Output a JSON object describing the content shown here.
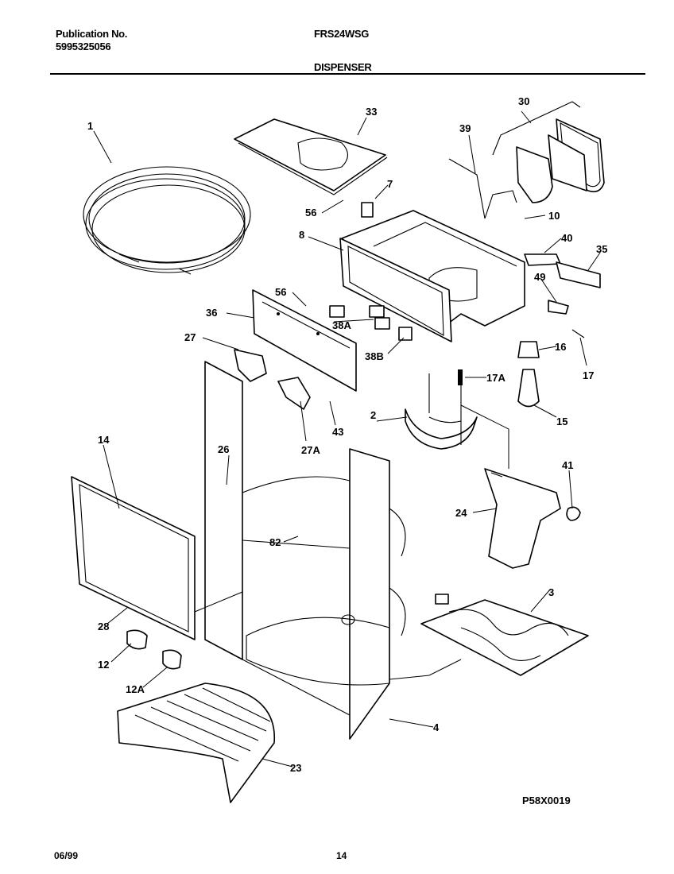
{
  "header": {
    "publication_label": "Publication No.",
    "publication_number": "5995325056",
    "model": "FRS24WSG",
    "section": "DISPENSER"
  },
  "parts": [
    "1",
    "2",
    "3",
    "4",
    "7",
    "8",
    "10",
    "12",
    "12A",
    "14",
    "15",
    "16",
    "17",
    "17A",
    "23",
    "24",
    "26",
    "27",
    "27A",
    "28",
    "30",
    "33",
    "35",
    "36",
    "38A",
    "38B",
    "39",
    "40",
    "41",
    "43",
    "49",
    "56",
    "56",
    "82"
  ],
  "diagram_code": "P58X0019",
  "footer": {
    "date": "06/99",
    "page": "14"
  }
}
